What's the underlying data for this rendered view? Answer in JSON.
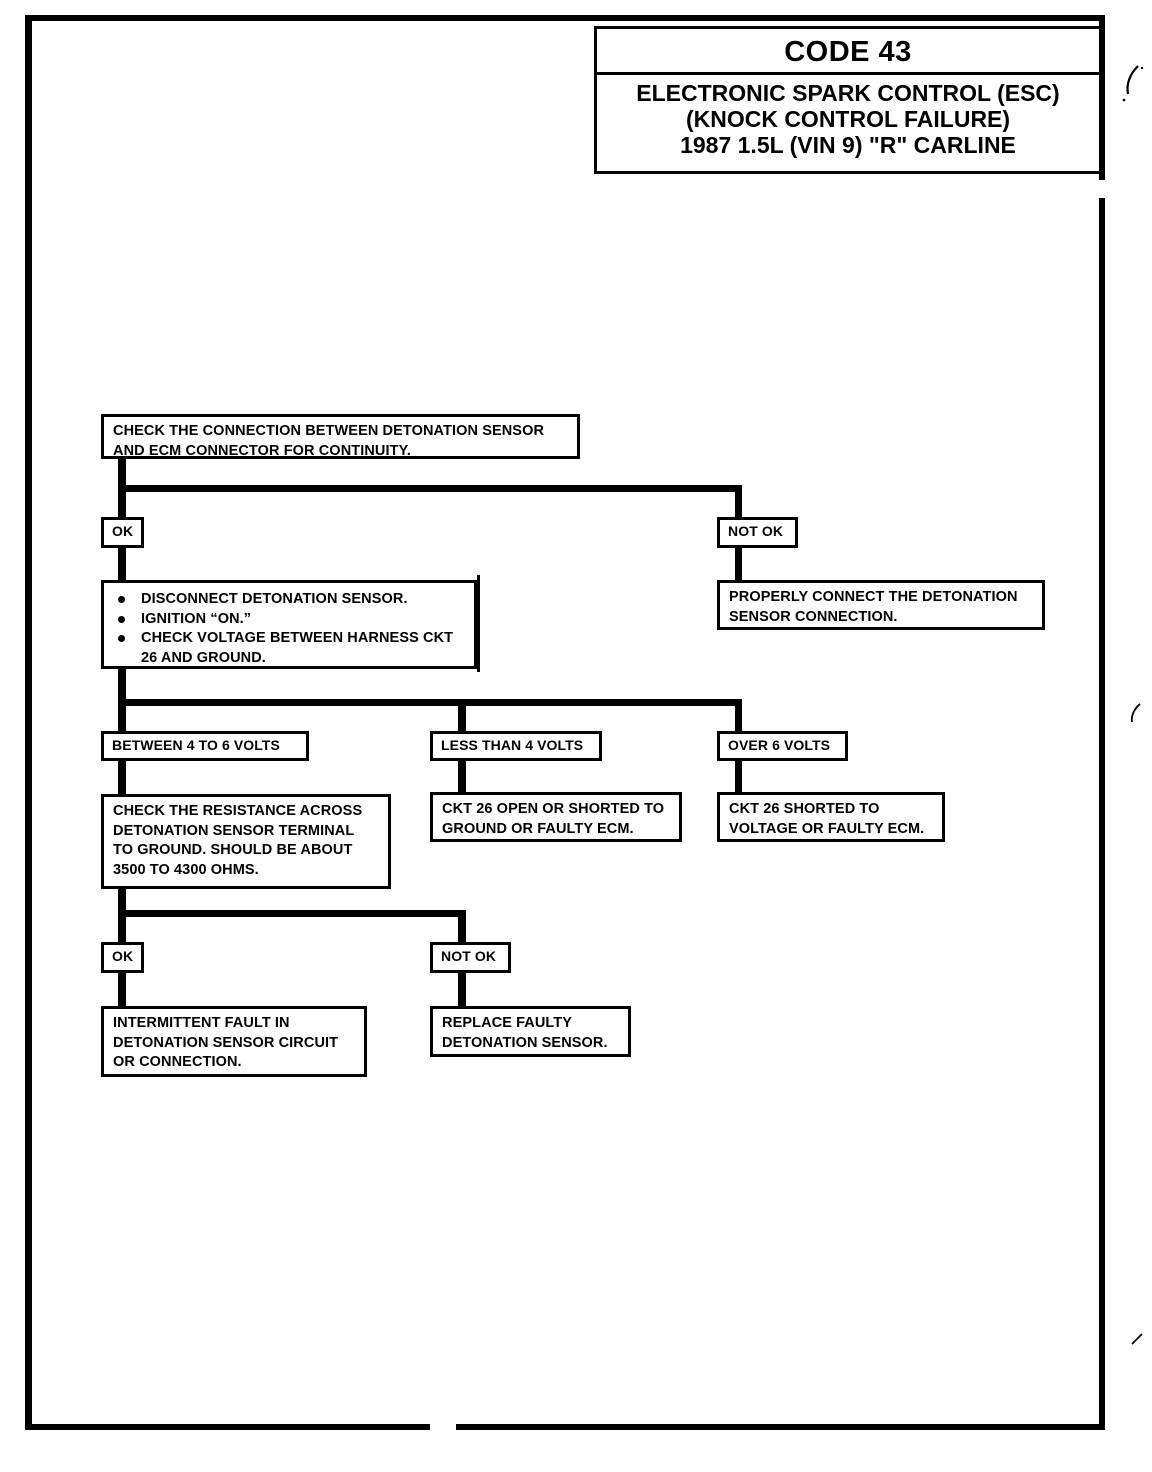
{
  "header": {
    "code": "CODE 43",
    "line1": "ELECTRONIC SPARK CONTROL (ESC)",
    "line2": "(KNOCK CONTROL FAILURE)",
    "line3": "1987  1.5L  (VIN 9)  \"R\"  CARLINE"
  },
  "flow": {
    "step1": {
      "l1": "CHECK THE CONNECTION BETWEEN DETONATION SENSOR",
      "l2": "AND ECM CONNECTOR FOR CONTINUITY."
    },
    "branch1": {
      "ok": "OK",
      "not_ok": "NOT OK"
    },
    "step2_bullets": [
      {
        "l1": "DISCONNECT DETONATION SENSOR.",
        "l2": ""
      },
      {
        "l1": "IGNITION “ON.”",
        "l2": ""
      },
      {
        "l1": "CHECK VOLTAGE BETWEEN HARNESS CKT",
        "l2": "26 AND GROUND."
      }
    ],
    "step2_notok_result": {
      "l1": "PROPERLY CONNECT THE DETONATION",
      "l2": "SENSOR CONNECTION."
    },
    "branch2": {
      "between": "BETWEEN 4 TO 6 VOLTS",
      "less": "LESS THAN 4 VOLTS",
      "over": "OVER 6 VOLTS"
    },
    "step3_resistance": {
      "l1": "CHECK THE RESISTANCE ACROSS",
      "l2": "DETONATION SENSOR TERMINAL",
      "l3": "TO GROUND.  SHOULD BE ABOUT",
      "l4": "3500 TO 4300 OHMS."
    },
    "result_less": {
      "l1": "CKT 26 OPEN OR SHORTED TO",
      "l2": "GROUND OR FAULTY ECM."
    },
    "result_over": {
      "l1": "CKT 26 SHORTED TO",
      "l2": "VOLTAGE OR FAULTY ECM."
    },
    "branch3": {
      "ok": "OK",
      "not_ok": "NOT OK"
    },
    "result_ok": {
      "l1": "INTERMITTENT FAULT IN",
      "l2": "DETONATION SENSOR CIRCUIT",
      "l3": "OR CONNECTION."
    },
    "result_not_ok": {
      "l1": "REPLACE FAULTY",
      "l2": "DETONATION SENSOR."
    }
  },
  "colors": {
    "ink": "#000000",
    "paper": "#ffffff"
  }
}
